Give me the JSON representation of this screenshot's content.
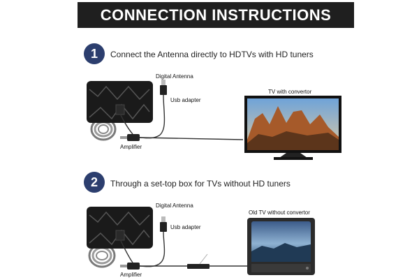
{
  "banner": {
    "title": "CONNECTION INSTRUCTIONS"
  },
  "step1": {
    "number": "1",
    "text": "Connect the Antenna directly to HDTVs with HD tuners",
    "labels": {
      "antenna": "Digital Antenna",
      "usb": "Usb adapter",
      "amplifier": "Amplifier",
      "tv": "TV with convertor"
    }
  },
  "step2": {
    "number": "2",
    "text": "Through a set-top box for TVs without HD tuners",
    "labels": {
      "antenna": "Digital Antenna",
      "usb": "Usb adapter",
      "amplifier": "Amplifier",
      "tv": "Old TV without convertor"
    }
  },
  "colors": {
    "banner_bg": "#1f1f1f",
    "badge_bg": "#2c3e6e"
  },
  "icons": [
    "antenna-icon",
    "usb-adapter-icon",
    "amplifier-icon",
    "flat-tv-icon",
    "crt-tv-icon",
    "set-top-box-icon",
    "cable-icon"
  ]
}
